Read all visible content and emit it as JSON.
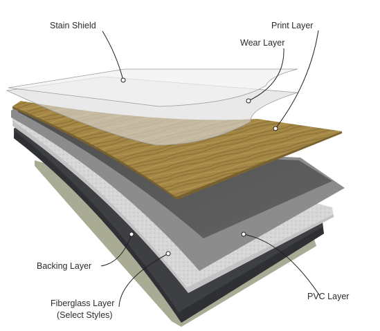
{
  "labels": {
    "stain_shield": "Stain Shield",
    "print_layer": "Print Layer",
    "wear_layer": "Wear Layer",
    "backing_layer": "Backing Layer",
    "fiberglass_line1": "Fiberglass Layer",
    "fiberglass_line2": "(Select Styles)",
    "pvc_layer": "PVC Layer"
  },
  "colors": {
    "shadow": "#aaab94",
    "backing": "#3d3f43",
    "fiberglass": "#d4d4d4",
    "pvc_edge": "#8c8c8c",
    "pvc_top": "#5a5a5a",
    "print": "#a48645",
    "wear": "#dcdcdc",
    "stain_shield": "#f1f1f1"
  }
}
